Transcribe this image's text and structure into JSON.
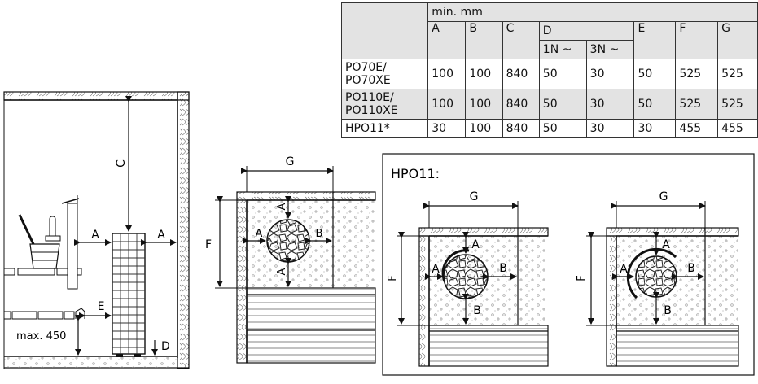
{
  "table": {
    "header_min": "min. mm",
    "columns": [
      "A",
      "B",
      "C",
      "D",
      "E",
      "F",
      "G"
    ],
    "d_sub": [
      "1N ~",
      "3N ~"
    ],
    "rows": [
      {
        "model_line1": "PO70E/",
        "model_line2": "PO70XE",
        "values": [
          "100",
          "100",
          "840",
          "50",
          "30",
          "50",
          "525",
          "525"
        ]
      },
      {
        "model_line1": "PO110E/",
        "model_line2": "PO110XE",
        "values": [
          "100",
          "100",
          "840",
          "50",
          "30",
          "50",
          "525",
          "525"
        ]
      },
      {
        "model_line1": "HPO11*",
        "model_line2": "",
        "values": [
          "30",
          "100",
          "840",
          "50",
          "30",
          "30",
          "455",
          "455"
        ]
      }
    ]
  },
  "labels": {
    "C": "C",
    "A": "A",
    "B": "B",
    "D": "D",
    "E": "E",
    "F": "F",
    "G": "G",
    "max450": "max. 450",
    "hpo_title": "HPO11:"
  }
}
